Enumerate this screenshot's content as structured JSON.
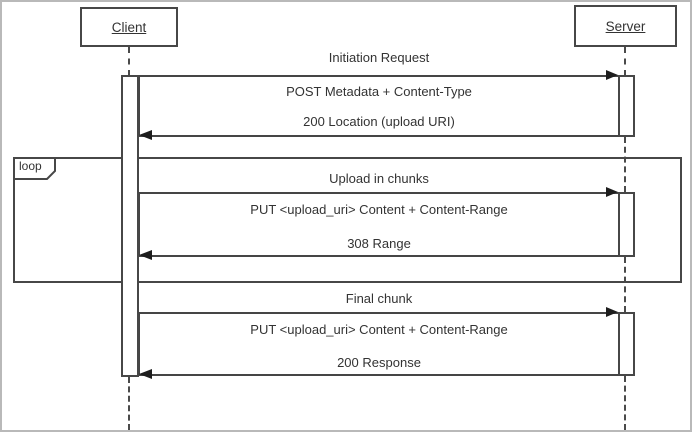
{
  "actors": {
    "client": {
      "label": "Client"
    },
    "server": {
      "label": "Server"
    }
  },
  "loop": {
    "label": "loop"
  },
  "sections": [
    {
      "header": "Initiation Request",
      "request": "POST Metadata + Content-Type",
      "response": "200 Location (upload URI)"
    },
    {
      "header": "Upload in chunks",
      "request": "PUT <upload_uri> Content + Content-Range",
      "response": "308 Range"
    },
    {
      "header": "Final chunk",
      "request": "PUT <upload_uri> Content + Content-Range",
      "response": "200 Response"
    }
  ],
  "colors": {
    "line": "#474747",
    "arrow": "#1d1d1d",
    "text": "#333333",
    "background": "#ffffff",
    "canvas_border": "#b9b9b9"
  }
}
